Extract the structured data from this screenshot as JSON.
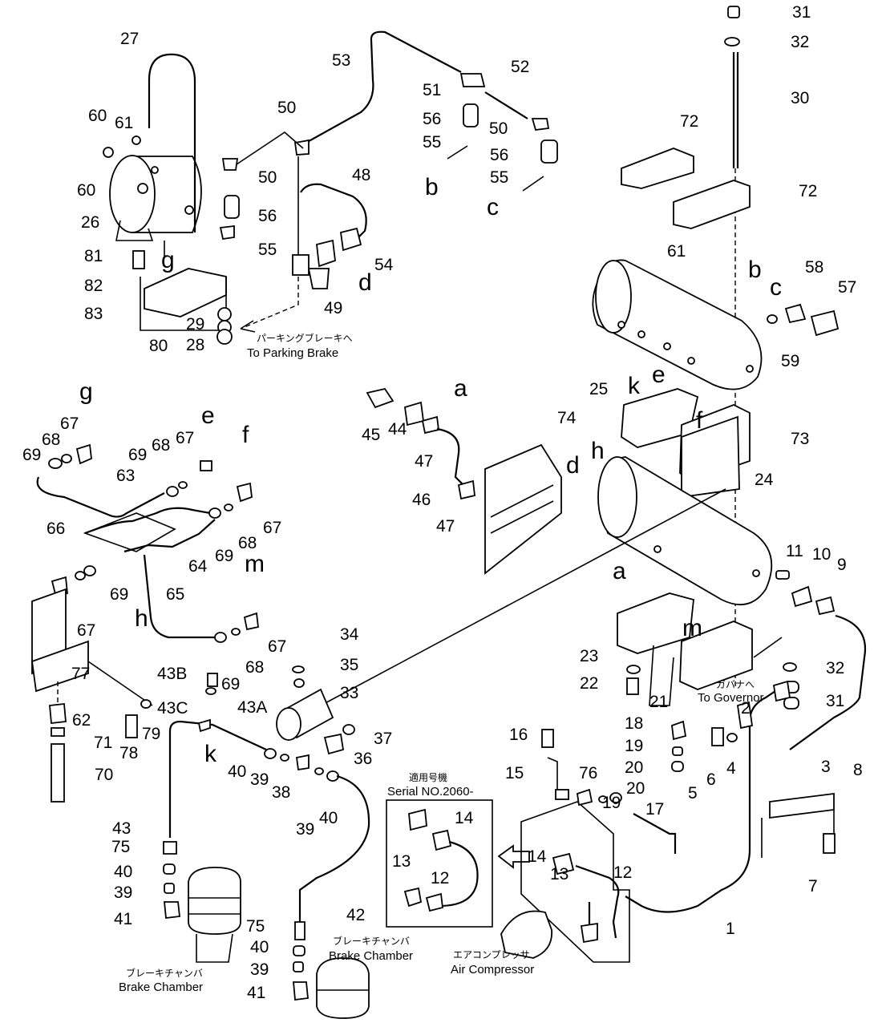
{
  "part_numbers": [
    "1",
    "2",
    "3",
    "4",
    "5",
    "6",
    "7",
    "8",
    "9",
    "10",
    "11",
    "12",
    "12",
    "13",
    "13",
    "14",
    "14",
    "15",
    "16",
    "17",
    "18",
    "19",
    "19",
    "20",
    "20",
    "21",
    "22",
    "23",
    "24",
    "25",
    "26",
    "27",
    "28",
    "29",
    "30",
    "31",
    "31",
    "32",
    "32",
    "33",
    "34",
    "35",
    "36",
    "37",
    "38",
    "39",
    "39",
    "39",
    "39",
    "40",
    "40",
    "40",
    "40",
    "41",
    "41",
    "42",
    "43",
    "43A",
    "43B",
    "43C",
    "44",
    "45",
    "46",
    "47",
    "47",
    "48",
    "49",
    "50",
    "50",
    "50",
    "51",
    "52",
    "53",
    "54",
    "55",
    "55",
    "55",
    "56",
    "56",
    "56",
    "57",
    "58",
    "59",
    "60",
    "60",
    "61",
    "61",
    "62",
    "63",
    "64",
    "65",
    "66",
    "67",
    "67",
    "67",
    "67",
    "67",
    "68",
    "68",
    "68",
    "68",
    "69",
    "69",
    "69",
    "69",
    "69",
    "70",
    "71",
    "72",
    "72",
    "73",
    "74",
    "75",
    "75",
    "76",
    "77",
    "78",
    "79",
    "80",
    "81",
    "82",
    "83"
  ],
  "reference_letters": [
    "a",
    "a",
    "b",
    "b",
    "c",
    "c",
    "d",
    "d",
    "e",
    "e",
    "f",
    "f",
    "g",
    "g",
    "h",
    "h",
    "k",
    "k",
    "m",
    "m"
  ],
  "notes": {
    "parking_brake_jp": "パーキングブレーキへ",
    "parking_brake_en": "To Parking Brake",
    "governor_jp": "ガバナへ",
    "governor_en": "To Governor",
    "serial_jp": "適用号機",
    "serial_en": "Serial NO.2060-",
    "brake_chamber_jp": "ブレーキチャンバ",
    "brake_chamber_en": "Brake Chamber",
    "brake_chamber_left_jp": "ブレーキチャンバ",
    "brake_chamber_left_en": "Brake Chamber",
    "air_compressor_jp": "エアコンプレッサ",
    "air_compressor_en": "Air Compressor"
  }
}
